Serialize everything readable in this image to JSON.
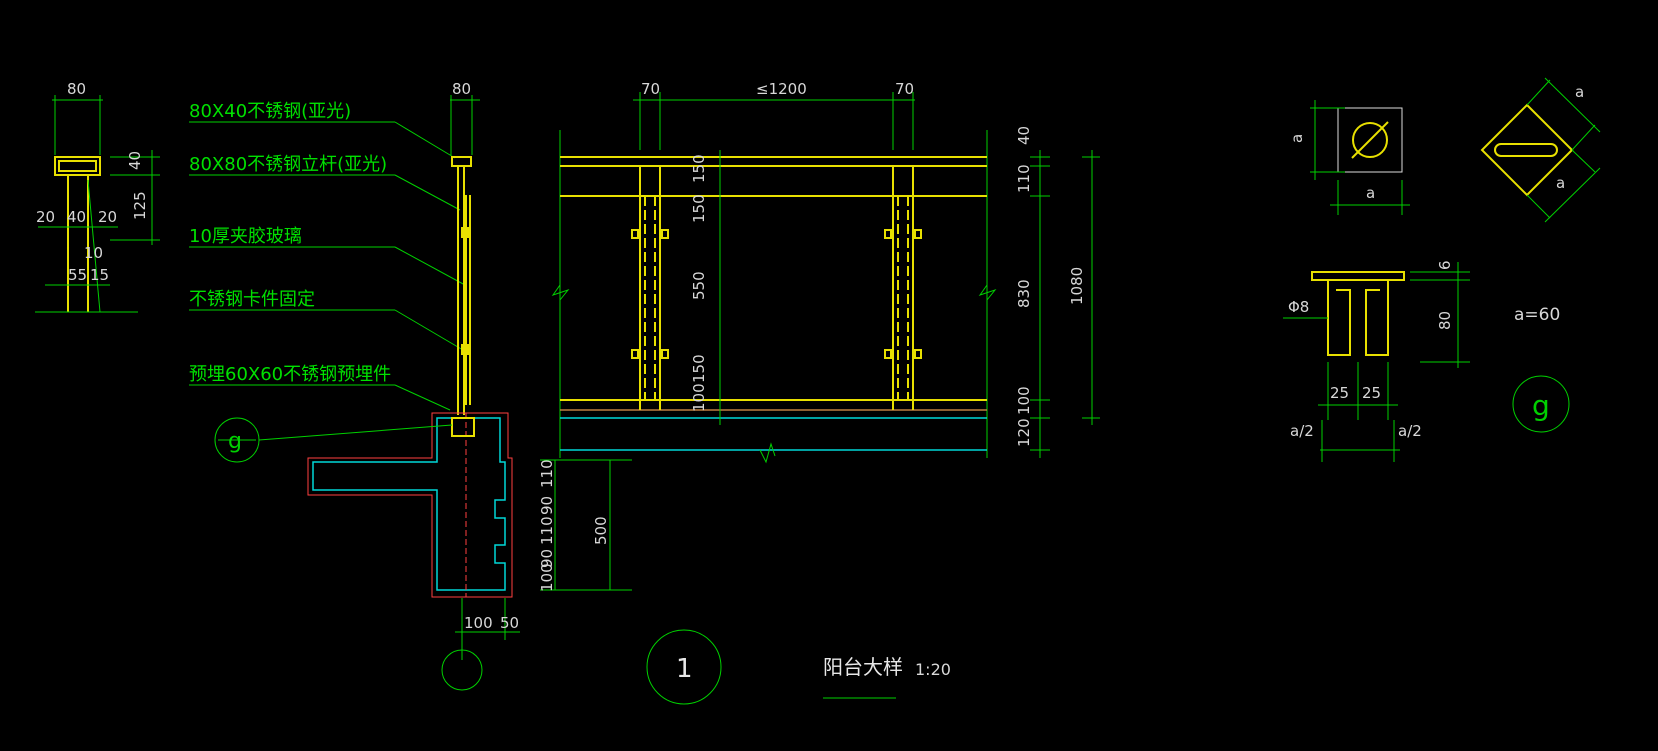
{
  "colors": {
    "background": "#000000",
    "leader_green": "#00d000",
    "rail_yellow": "#e8e000",
    "dimension_white": "#dcdcdc",
    "concrete_cyan": "#00d8d8",
    "axis_red": "#ff4040"
  },
  "callouts": {
    "handrail": "80X40不锈钢(亚光)",
    "post": "80X80不锈钢立杆(亚光)",
    "glass": "10厚夹胶玻璃",
    "clip": "不锈钢卡件固定",
    "embed": "预埋60X60不锈钢预埋件"
  },
  "detail_section": {
    "top_width": "80",
    "dims_horizontal": [
      "20",
      "40",
      "20"
    ],
    "dims_lower": [
      "55",
      "15"
    ],
    "dim_10": "10",
    "dims_vertical": [
      "40",
      "125"
    ]
  },
  "section": {
    "top_width": "80",
    "base_dims": [
      "100",
      "50"
    ],
    "slab_dims": [
      "110",
      "90",
      "110",
      "90",
      "100"
    ],
    "total_500": "500",
    "ref_bubble": "g"
  },
  "elevation": {
    "top_dims": [
      "70",
      "≤1200",
      "70"
    ],
    "glass_dims": [
      "150",
      "150",
      "550",
      "150",
      "100"
    ],
    "right_dims": [
      "40",
      "110",
      "830",
      "100",
      "120"
    ],
    "total_height": "1080"
  },
  "embed_detail": {
    "a_label": "a",
    "phi": "Φ8",
    "h6": "6",
    "h80": "80",
    "w25a": "25",
    "w25b": "25",
    "half_a1": "a/2",
    "half_a2": "a/2",
    "a_value": "a=60",
    "bubble": "g"
  },
  "footer": {
    "sheet_number": "1",
    "drawing_title": "阳台大样",
    "scale": "1:20"
  }
}
